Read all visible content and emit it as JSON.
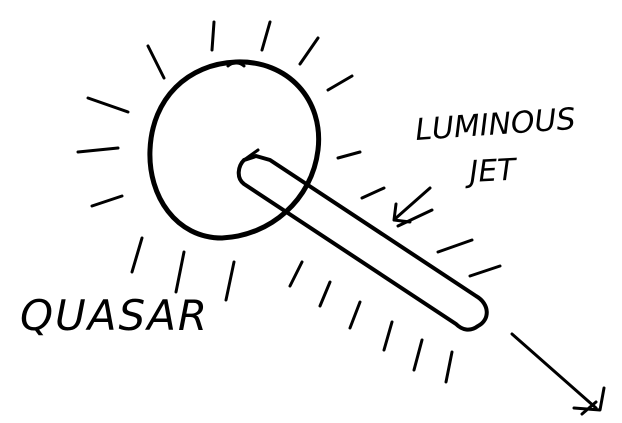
{
  "labels": {
    "object": "QUASAR",
    "feature_line1": "LUMINOUS",
    "feature_line2": "JET"
  },
  "colors": {
    "ink": "#000000",
    "paper": "#ffffff"
  }
}
